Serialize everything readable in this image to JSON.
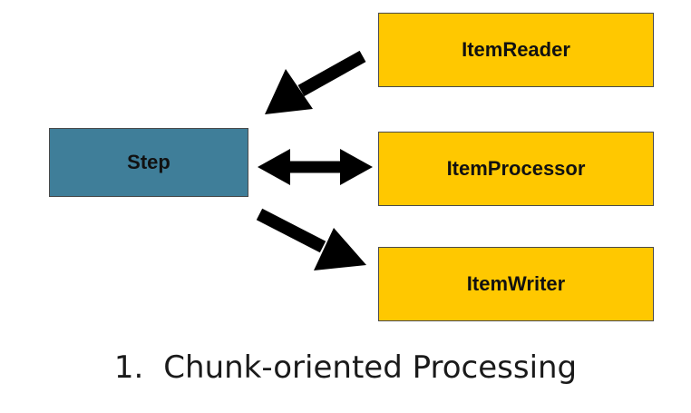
{
  "nodes": {
    "step": {
      "label": "Step",
      "color": "#3f7e99"
    },
    "reader": {
      "label": "ItemReader",
      "color": "#ffc800"
    },
    "processor": {
      "label": "ItemProcessor",
      "color": "#ffc800"
    },
    "writer": {
      "label": "ItemWriter",
      "color": "#ffc800"
    }
  },
  "edges": [
    {
      "from": "reader",
      "to": "step",
      "direction": "one-way"
    },
    {
      "from": "step",
      "to": "processor",
      "direction": "two-way"
    },
    {
      "from": "step",
      "to": "writer",
      "direction": "one-way"
    }
  ],
  "caption": {
    "number": "1.",
    "text": "Chunk-oriented Processing"
  }
}
